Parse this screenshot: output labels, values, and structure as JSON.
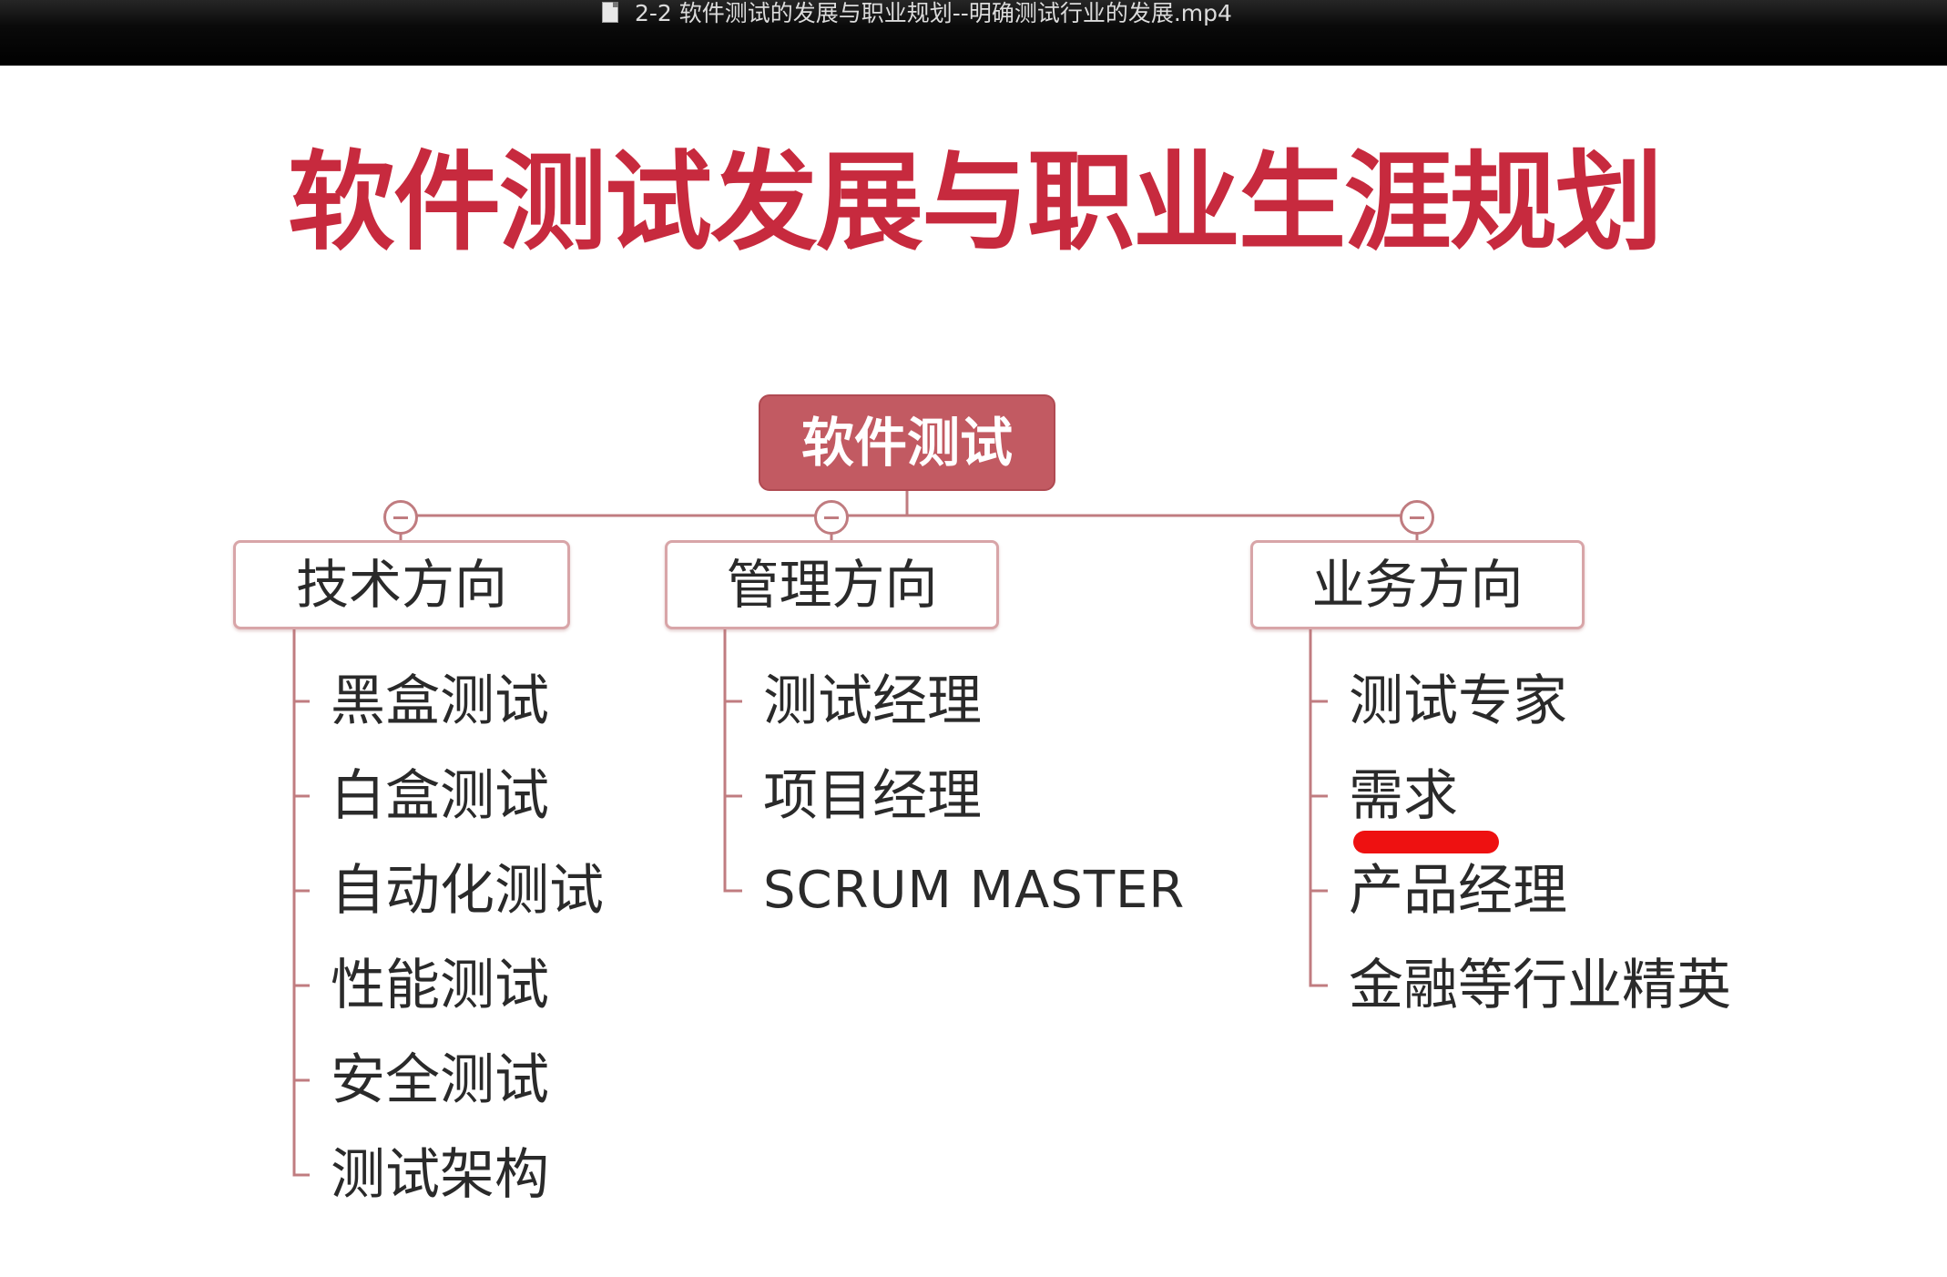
{
  "window": {
    "title": "2-2 软件测试的发展与职业规划--明确测试行业的发展.mp4"
  },
  "slide": {
    "title": "软件测试发展与职业生涯规划",
    "root": "软件测试",
    "branches": [
      {
        "label": "技术方向",
        "items": [
          "黑盒测试",
          "白盒测试",
          "自动化测试",
          "性能测试",
          "安全测试",
          "测试架构"
        ]
      },
      {
        "label": "管理方向",
        "items": [
          "测试经理",
          "项目经理",
          "SCRUM MASTER"
        ]
      },
      {
        "label": "业务方向",
        "items": [
          "测试专家",
          "需求",
          "产品经理",
          "金融等行业精英"
        ]
      }
    ]
  },
  "colors": {
    "title": "#c72a3e",
    "root_fill": "#c25a62",
    "connector": "#c07c80",
    "highlight": "#ee1111"
  },
  "icons": {
    "file": "file-icon",
    "collapse": "collapse-minus-icon"
  }
}
